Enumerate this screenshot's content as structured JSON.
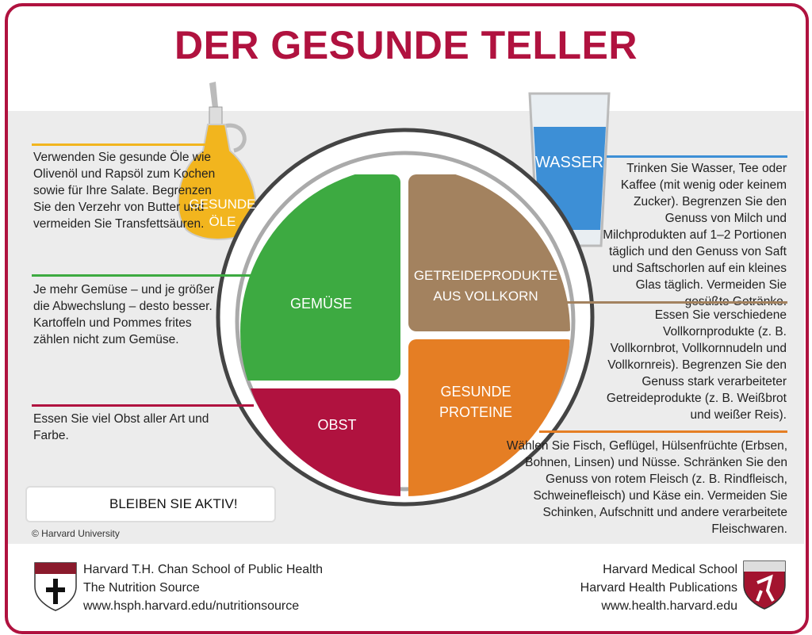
{
  "title": "DER GESUNDE TELLER",
  "colors": {
    "brand": "#b0123f",
    "vegetables": "#3daa41",
    "grains": "#a3825f",
    "protein": "#e57e24",
    "fruit": "#b0123f",
    "oil": "#f2b51e",
    "water": "#3d8fd6"
  },
  "plate": {
    "vegetables": "GEMÜSE",
    "grains": [
      "GETREIDEPRODUKTE",
      "AUS VOLLKORN"
    ],
    "protein": [
      "GESUNDE",
      "PROTEINE"
    ],
    "fruit": "OBST"
  },
  "oil": {
    "label": [
      "GESUNDE",
      "ÖLE"
    ],
    "text": "Verwenden Sie gesunde Öle wie Olivenöl und Rapsöl zum Kochen sowie für Ihre Salate. Begrenzen Sie den Verzehr von Butter und vermeiden Sie Transfettsäuren."
  },
  "water": {
    "label": "WASSER",
    "text": "Trinken Sie Wasser, Tee oder Kaffee (mit wenig oder keinem Zucker). Begrenzen Sie den Genuss von Milch und Milchprodukten auf 1–2 Portionen täglich und den Genuss von Saft und Saftschorlen auf ein kleines Glas täglich. Vermeiden Sie gesüßte Getränke."
  },
  "vegetables_text": "Je mehr Gemüse – und je größer die Abwechslung – desto besser. Kartoffeln und Pommes frites zählen nicht zum Gemüse.",
  "fruit_text": "Essen Sie viel Obst aller Art und Farbe.",
  "grains_text": "Essen Sie verschiedene Vollkornprodukte (z. B. Vollkornbrot, Vollkornnudeln und Vollkornreis). Begrenzen Sie den Genuss stark verarbeiteter Getreideprodukte (z. B. Weißbrot und weißer Reis).",
  "protein_text": "Wählen Sie Fisch, Geflügel, Hülsenfrüchte (Erbsen, Bohnen, Linsen) und Nüsse. Schränken Sie den Genuss von rotem Fleisch (z. B. Rindfleisch, Schweinefleisch) und Käse ein. Vermeiden Sie Schinken, Aufschnitt und andere verarbeitete Fleischwaren.",
  "active": "BLEIBEN SIE AKTIV!",
  "copyright": "© Harvard University",
  "footer_left": [
    "Harvard T.H. Chan School of Public Health",
    "The Nutrition Source",
    "www.hsph.harvard.edu/nutritionsource"
  ],
  "footer_right": [
    "Harvard Medical School",
    "Harvard Health Publications",
    "www.health.harvard.edu"
  ],
  "icons": {
    "oil": "oil-bottle-icon",
    "water": "water-glass-icon",
    "runner": "runner-icon",
    "shield": "harvard-shield-icon"
  }
}
